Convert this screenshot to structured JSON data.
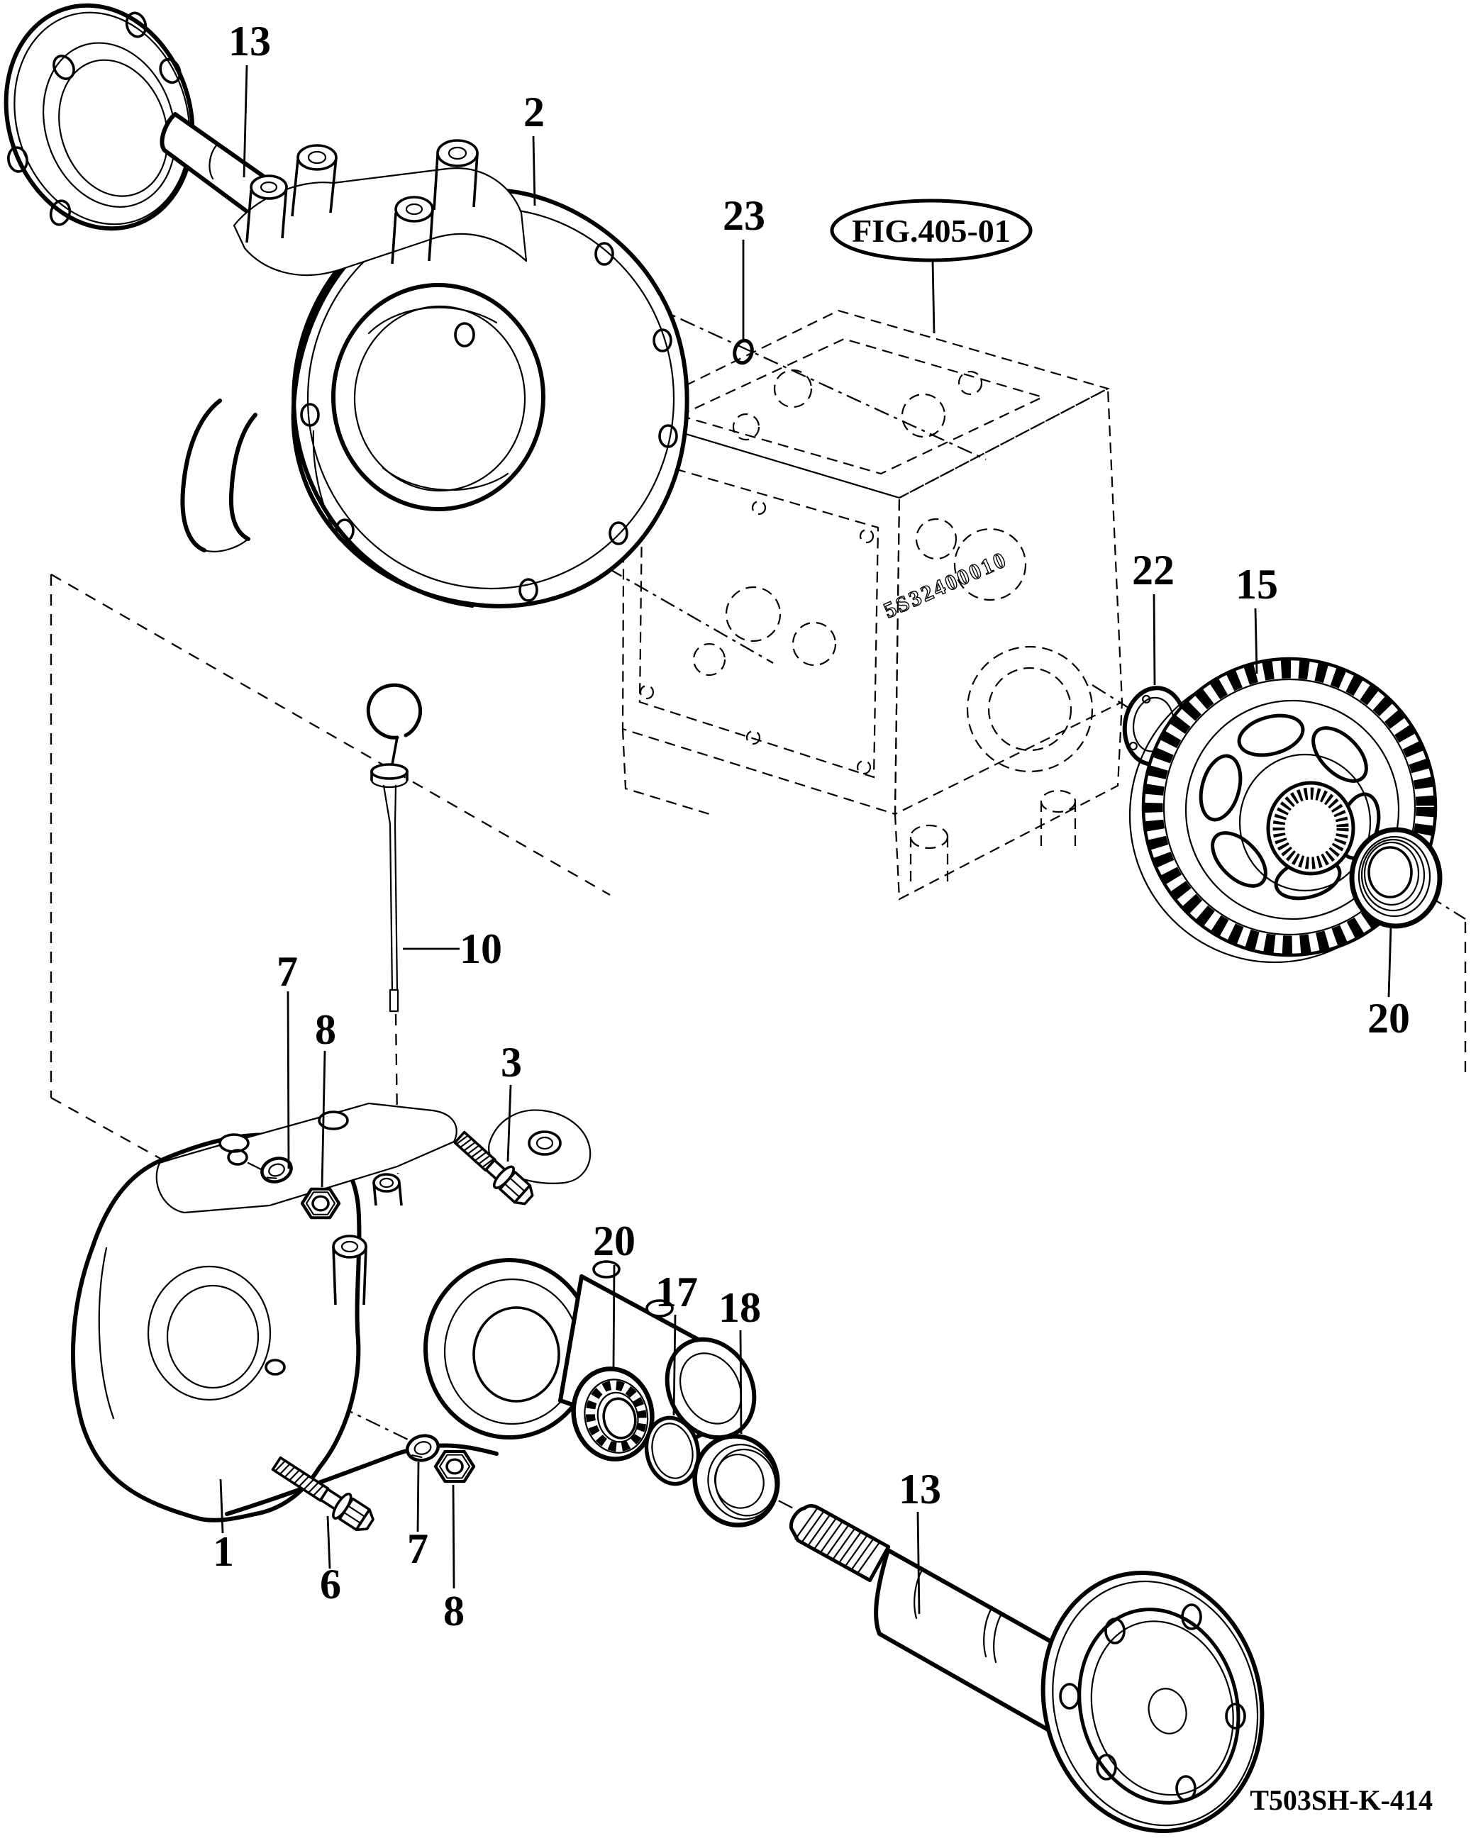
{
  "diagram": {
    "figure_reference": "FIG.405-01",
    "drawing_code": "T503SH-K-414",
    "casting_number": "5S32400010",
    "labels": {
      "axle_shaft_top": "13",
      "case_cover": "2",
      "o_ring_small": "23",
      "snap_ring": "22",
      "final_gear": "15",
      "bearing_gear": "20",
      "dipstick": "10",
      "washer_upper": "7",
      "nut_upper": "8",
      "bolt_short": "3",
      "bearing_axle": "20",
      "o_ring_axle": "17",
      "oil_seal": "18",
      "axle_case": "1",
      "bolt_long": "6",
      "washer_lower": "7",
      "nut_lower": "8",
      "axle_shaft_bottom": "13"
    }
  }
}
